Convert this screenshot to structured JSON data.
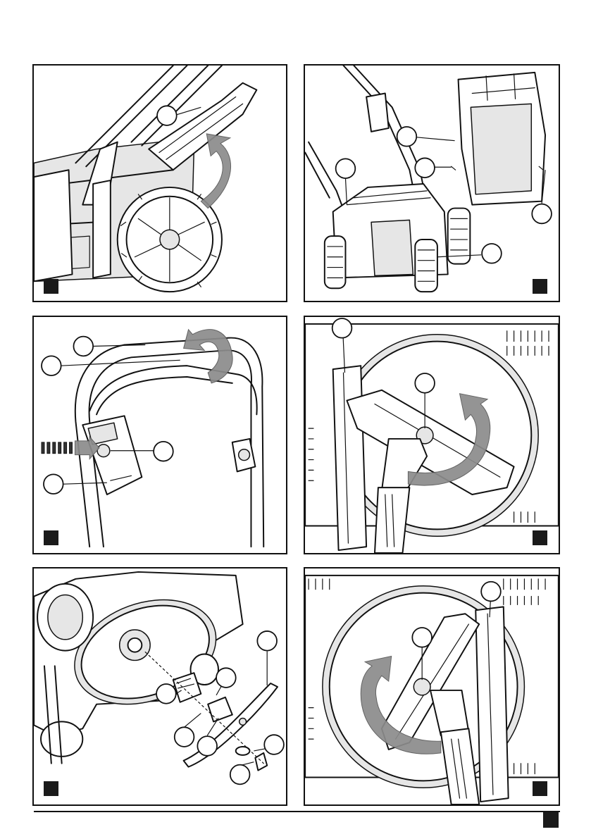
{
  "page": {
    "figures": [
      {
        "id": "fig-1",
        "subject": "handle-fold-and-grass-box-lever"
      },
      {
        "id": "fig-2",
        "subject": "grass-collection-box-fitting"
      },
      {
        "id": "fig-3",
        "subject": "handle-switch-box"
      },
      {
        "id": "fig-4",
        "subject": "blade-nut-loosening"
      },
      {
        "id": "fig-5",
        "subject": "blade-assembly-exploded"
      },
      {
        "id": "fig-6",
        "subject": "blade-nut-tightening"
      }
    ]
  }
}
